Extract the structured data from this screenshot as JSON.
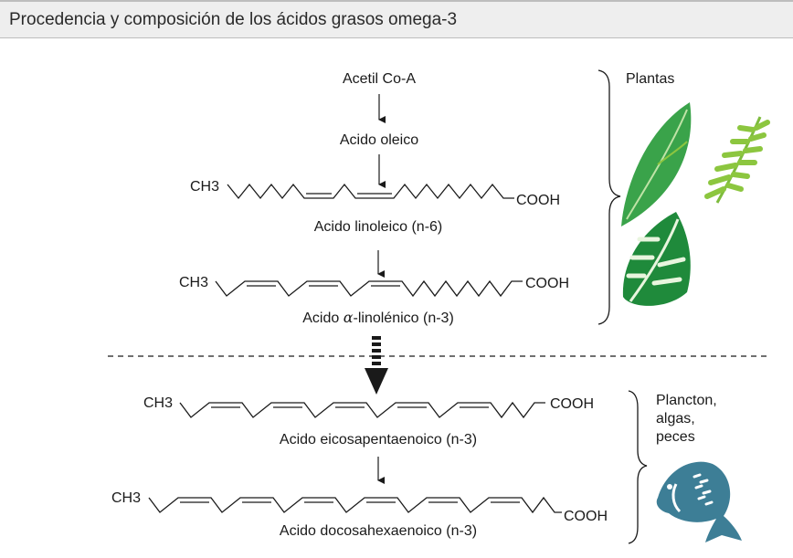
{
  "header": {
    "title": "Procedencia y composición de los ácidos grasos omega-3"
  },
  "pathway": {
    "acetyl": "Acetil Co-A",
    "oleic": "Acido oleico",
    "linoleic": {
      "label": "Acido linoleico (n-6)",
      "left": "CH3",
      "right": "COOH"
    },
    "alinolenic": {
      "label_prefix": "Acido ",
      "label_greek": "α",
      "label_suffix": "-linolénico (n-3)",
      "left": "CH3",
      "right": "COOH"
    },
    "epa": {
      "label": "Acido eicosapentaenoico (n-3)",
      "left": "CH3",
      "right": "COOH"
    },
    "dha": {
      "label": "Acido docosahexaenoico (n-3)",
      "left": "CH3",
      "right": "COOH"
    }
  },
  "sources": {
    "plants": "Plantas",
    "marine_line1": "Plancton,",
    "marine_line2": "algas,",
    "marine_line3": "peces"
  },
  "colors": {
    "leaf_dark": "#1f8a3b",
    "leaf_mid": "#3aa34a",
    "leaf_light": "#8cc63f",
    "fish": "#3d7e96"
  }
}
